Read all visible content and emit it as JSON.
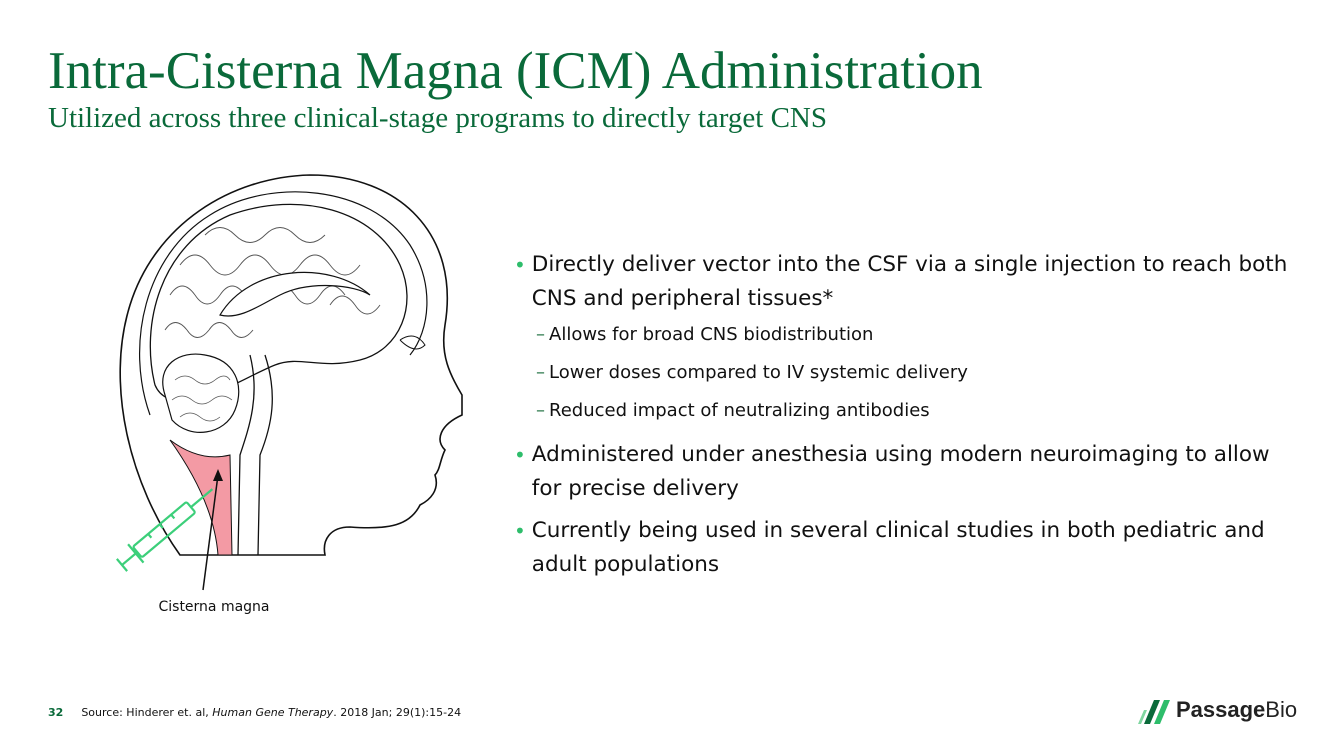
{
  "slide": {
    "title": "Intra-Cisterna Magna (ICM) Administration",
    "subtitle": "Utilized across three clinical-stage programs to directly target CNS",
    "caption": "Cisterna magna",
    "bullets": [
      {
        "text": "Directly deliver vector into the CSF via a single injection to reach both CNS and peripheral tissues*",
        "sub": [
          "Allows for broad CNS biodistribution",
          "Lower doses compared to IV systemic delivery",
          "Reduced impact of neutralizing antibodies"
        ]
      },
      {
        "text": "Administered under anesthesia using modern neuroimaging to allow for precise delivery"
      },
      {
        "text": "Currently being used in several clinical studies in both pediatric and adult populations"
      }
    ],
    "page_number": "32",
    "source": {
      "prefix": "Source:  Hinderer et. al, ",
      "journal": "Human Gene Therapy",
      "suffix": ". 2018 Jan; 29(1):15-24"
    },
    "logo": {
      "bold": "Passage",
      "regular": "Bio"
    },
    "colors": {
      "title": "#0a6a3a",
      "bullet": "#2ebd6b",
      "cisterna": "#f39aa4",
      "syringe": "#3ccf7a"
    }
  }
}
